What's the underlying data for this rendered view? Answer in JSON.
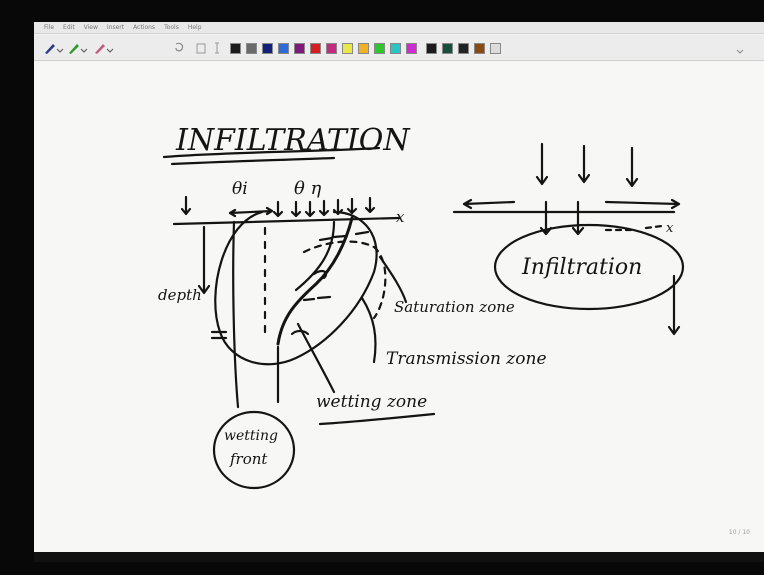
{
  "menu": [
    "File",
    "Edit",
    "View",
    "Insert",
    "Actions",
    "Tools",
    "Help"
  ],
  "palette": [
    "#1b1b1b",
    "#6a6a6a",
    "#15207a",
    "#2e6bd6",
    "#7f1a7a",
    "#d61e1e",
    "#c42b80",
    "#e8e84a",
    "#f0b028",
    "#2ec62e",
    "#29c4c4",
    "#d02ad0",
    "#1b1b1b",
    "#16503a",
    "#222222",
    "#8a4a14",
    "#dcdcdc"
  ],
  "annotations": {
    "title": "INFILTRATION",
    "theta_eta": "θ η",
    "theta_i": "θi",
    "x_axis": "x",
    "depth": "depth",
    "saturation_zone": "Saturation zone",
    "transmission_zone": "Transmission zone",
    "wetting_zone": "wetting zone",
    "wetting": "wetting",
    "front": "front",
    "infiltration_bubble": "Infiltration",
    "right_x": "x"
  },
  "page_indicator": "10 / 10"
}
